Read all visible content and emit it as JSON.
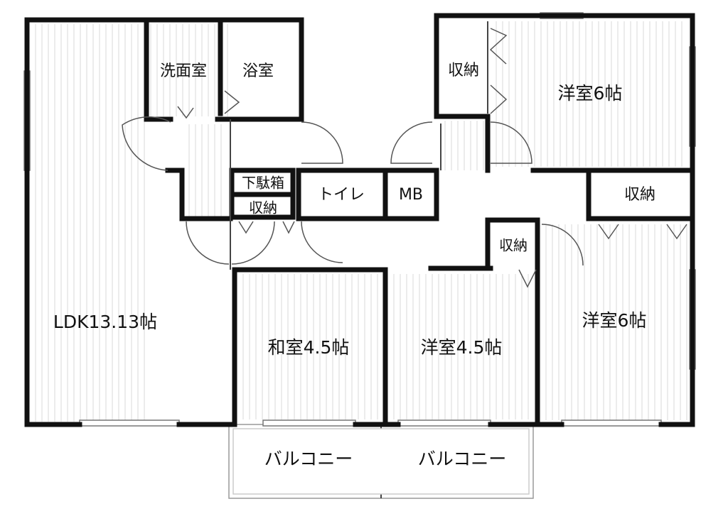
{
  "rooms": {
    "ldk": "LDK13.13帖",
    "washroom": "洗面室",
    "bathroom": "浴室",
    "shoe_box": "下駄箱",
    "storage_entry": "収納",
    "toilet": "トイレ",
    "mb": "MB",
    "storage_top": "収納",
    "western_top": "洋室6帖",
    "storage_right": "収納",
    "storage_mid": "収納",
    "japanese": "和室4.5帖",
    "western_mid": "洋室4.5帖",
    "western_right": "洋室6帖",
    "balcony_left": "バルコニー",
    "balcony_right": "バルコニー"
  }
}
